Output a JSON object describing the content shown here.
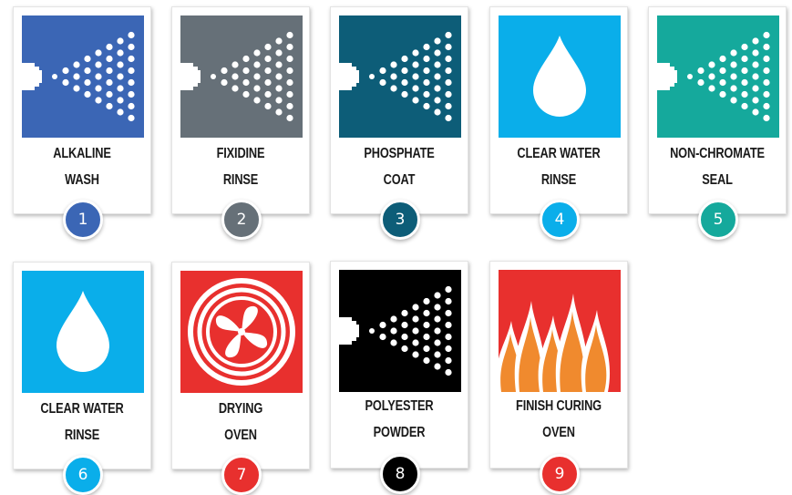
{
  "steps": [
    {
      "number": "1",
      "line1": "ALKALINE",
      "line2": "WASH",
      "icon": "spray-nozzle-icon",
      "color": "#3b66b5"
    },
    {
      "number": "2",
      "line1": "FIXIDINE",
      "line2": "RINSE",
      "icon": "spray-nozzle-icon",
      "color": "#667078"
    },
    {
      "number": "3",
      "line1": "PHOSPHATE",
      "line2": "COAT",
      "icon": "spray-nozzle-icon",
      "color": "#0d5d78"
    },
    {
      "number": "4",
      "line1": "CLEAR WATER",
      "line2": "RINSE",
      "icon": "water-drop-icon",
      "color": "#0aaeea"
    },
    {
      "number": "5",
      "line1": "NON-CHROMATE",
      "line2": "SEAL",
      "icon": "spray-nozzle-icon",
      "color": "#15a99c"
    },
    {
      "number": "6",
      "line1": "CLEAR WATER",
      "line2": "RINSE",
      "icon": "water-drop-icon",
      "color": "#0aaeea"
    },
    {
      "number": "7",
      "line1": "DRYING",
      "line2": "OVEN",
      "icon": "fan-icon",
      "color": "#e8302e"
    },
    {
      "number": "8",
      "line1": "POLYESTER",
      "line2": "POWDER",
      "icon": "spray-nozzle-icon",
      "color": "#000000"
    },
    {
      "number": "9",
      "line1": "FINISH CURING",
      "line2": "OVEN",
      "icon": "flames-icon",
      "color": "#e8302e"
    }
  ]
}
